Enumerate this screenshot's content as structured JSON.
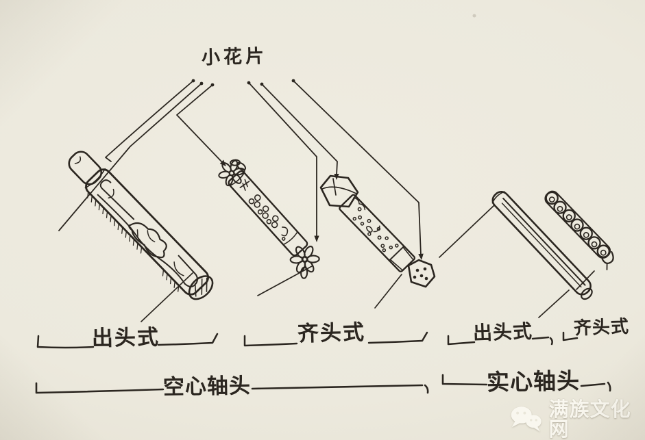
{
  "page": {
    "colors": {
      "paper": "#ece9dd",
      "ink": "#2b2620",
      "watermark": "#f9f7ef"
    }
  },
  "diagram": {
    "callout_label": "小花片",
    "style_labels": [
      {
        "id": "hollow-protruding",
        "text": "出头式"
      },
      {
        "id": "hollow-flush",
        "text": "齐头式"
      },
      {
        "id": "solid-protruding",
        "text": "出头式"
      },
      {
        "id": "solid-flush",
        "text": "齐头式"
      }
    ],
    "group_labels": [
      {
        "id": "hollow-axle-head",
        "text": "空心轴头"
      },
      {
        "id": "solid-axle-head",
        "text": "实心轴头"
      }
    ]
  },
  "watermark": {
    "text": "满族文化网",
    "icon": "wechat-icon"
  }
}
